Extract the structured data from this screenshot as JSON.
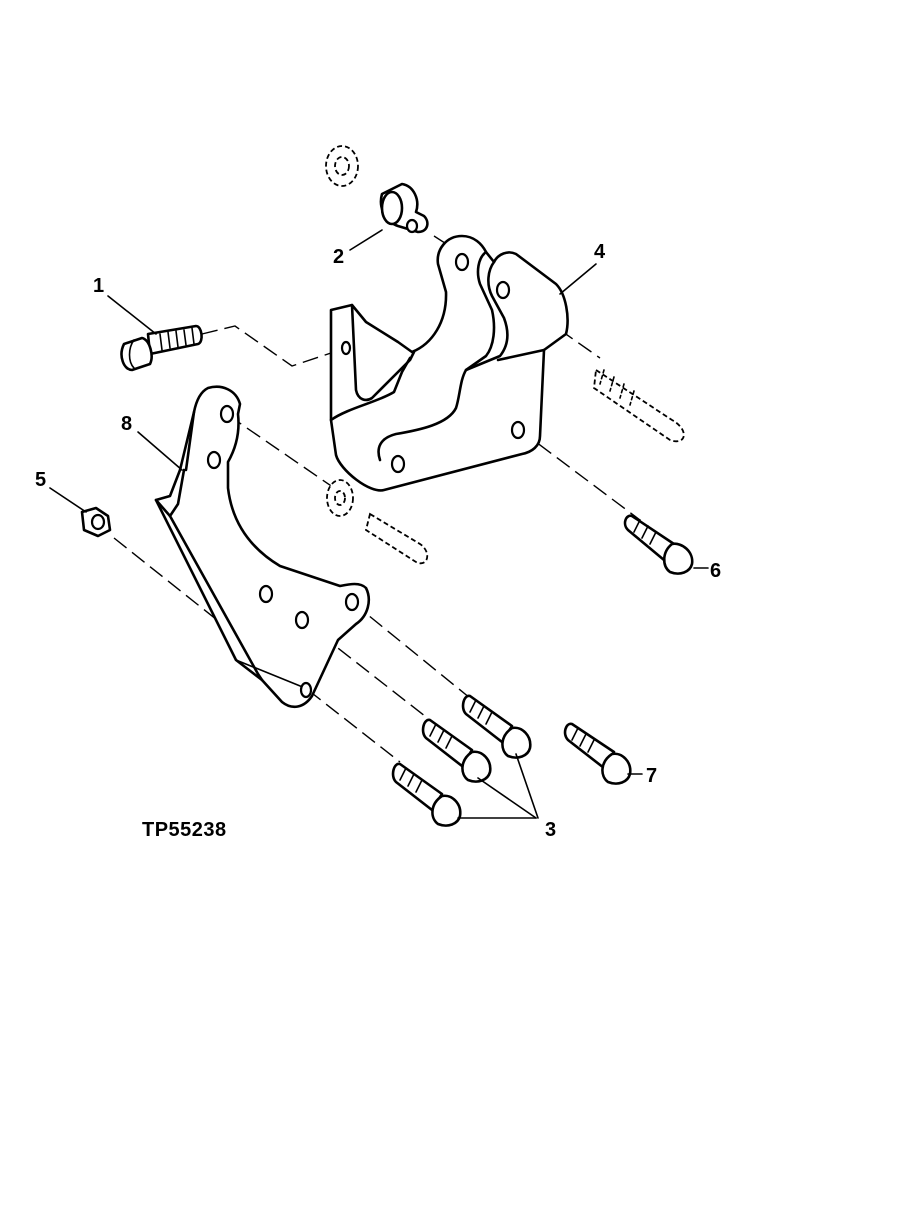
{
  "figure_id": "TP55238",
  "callouts": {
    "c1": "1",
    "c2": "2",
    "c3": "3",
    "c4": "4",
    "c5": "5",
    "c6": "6",
    "c7": "7",
    "c8": "8"
  }
}
